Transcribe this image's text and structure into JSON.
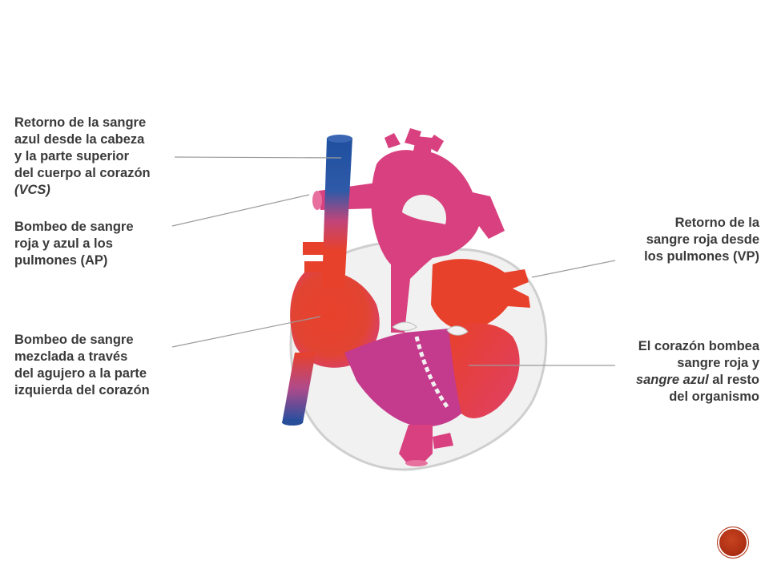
{
  "labels": {
    "vcs": {
      "lines": [
        "Retorno de la sangre",
        "azul desde la cabeza",
        "y la parte superior",
        "del cuerpo al corazón"
      ],
      "abbr": "(VCS)"
    },
    "ap": {
      "lines": [
        "Bombeo de sangre",
        "roja y azul a los",
        "pulmones (AP)"
      ]
    },
    "mix": {
      "lines": [
        "Bombeo de sangre",
        "mezclada a través",
        "del agujero a la parte",
        "izquierda del corazón"
      ]
    },
    "vp": {
      "lines": [
        "Retorno de la",
        "sangre roja desde",
        "los pulmones (VP)"
      ]
    },
    "pump": {
      "line1": "El corazón bombea",
      "line2": "sangre roja y",
      "line3_italic": "sangre azul",
      "line3_rest": " al resto",
      "line4": "del organismo"
    }
  },
  "colors": {
    "blue": "#1f4fa0",
    "red": "#e8412b",
    "pink": "#d9407f",
    "magenta": "#c43a8c",
    "outline": "#c9c9c9",
    "leader": "#9a9a9a",
    "button": "#b3321a"
  },
  "icons": [
    "heart-diagram",
    "slide-nav-button"
  ]
}
